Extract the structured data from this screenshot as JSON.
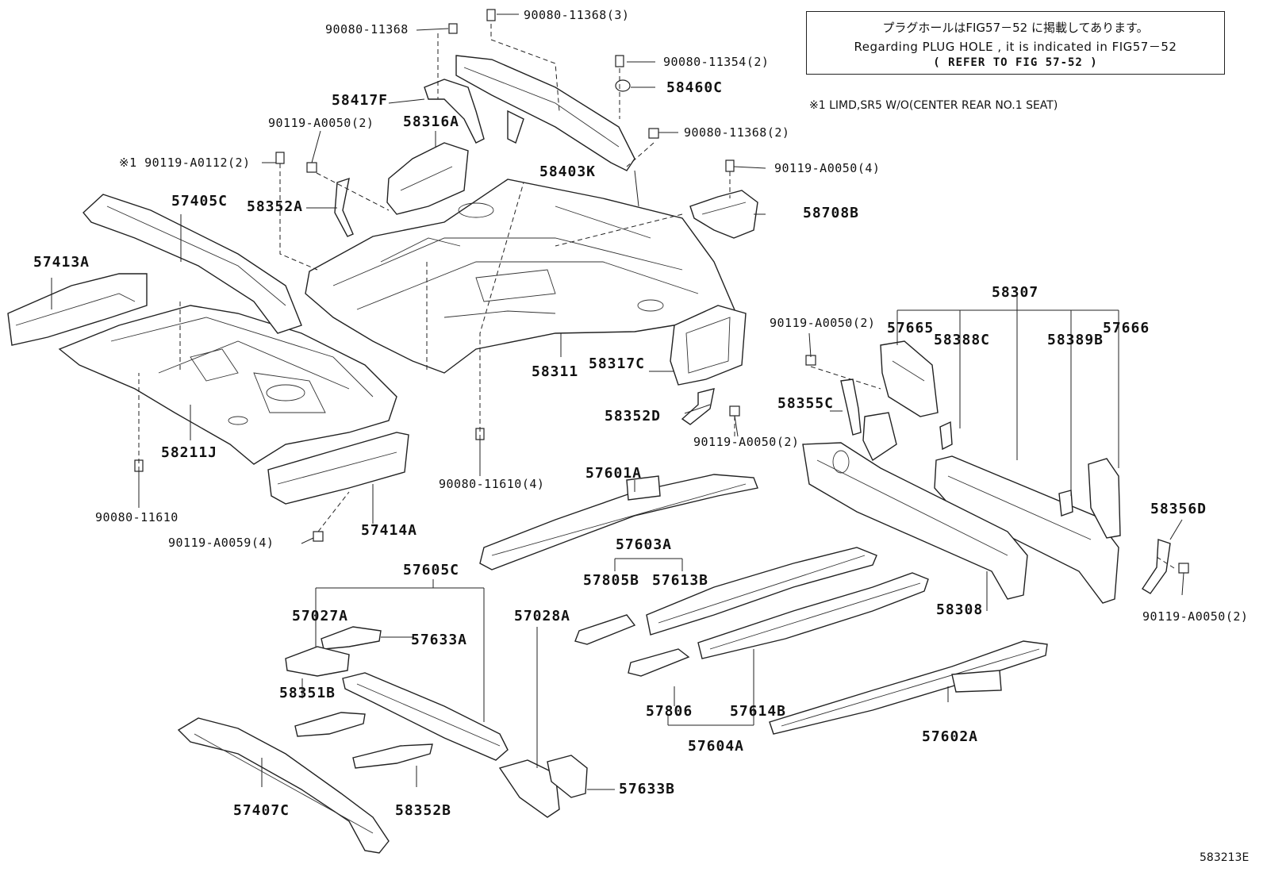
{
  "notice": {
    "line_jp": "プラグホールはFIG57－52 に掲載してあります。",
    "line_en": "Regarding PLUG HOLE , it is indicated in FIG57－52",
    "line_ref": "(  REFER TO FIG 57-52  )"
  },
  "remark": "※1 LIMD,SR5 W/O(CENTER REAR NO.1 SEAT)",
  "figure_id": "583213E",
  "labels": {
    "p_90080_11368": "90080-11368",
    "p_90080_11368_3": "90080-11368(3)",
    "p_90080_11354_2": "90080-11354(2)",
    "p_58460C": "58460C",
    "p_58417F": "58417F",
    "p_90119_A0050_2_top": "90119-A0050(2)",
    "p_58316A": "58316A",
    "p_90080_11368_2": "90080-11368(2)",
    "p_90119_A0112_2": "※1 90119-A0112(2)",
    "p_58403K": "58403K",
    "p_90119_A0050_4": "90119-A0050(4)",
    "p_57405C": "57405C",
    "p_58352A": "58352A",
    "p_58708B": "58708B",
    "p_57413A": "57413A",
    "p_58307": "58307",
    "p_90119_A0050_2_mid": "90119-A0050(2)",
    "p_57665": "57665",
    "p_58388C": "58388C",
    "p_58389B": "58389B",
    "p_57666": "57666",
    "p_58311": "58311",
    "p_58317C": "58317C",
    "p_58355C": "58355C",
    "p_58352D": "58352D",
    "p_90119_A0050_2_low": "90119-A0050(2)",
    "p_58211J": "58211J",
    "p_90080_11610_4": "90080-11610(4)",
    "p_57601A": "57601A",
    "p_90080_11610": "90080-11610",
    "p_57414A": "57414A",
    "p_58356D": "58356D",
    "p_90119_A0059_4": "90119-A0059(4)",
    "p_57603A": "57603A",
    "p_57605C": "57605C",
    "p_57805B": "57805B",
    "p_57613B": "57613B",
    "p_58308": "58308",
    "p_90119_A0050_2_right": "90119-A0050(2)",
    "p_57027A": "57027A",
    "p_57028A": "57028A",
    "p_57633A": "57633A",
    "p_58351B": "58351B",
    "p_57806": "57806",
    "p_57614B": "57614B",
    "p_57602A": "57602A",
    "p_57604A": "57604A",
    "p_57633B": "57633B",
    "p_57407C": "57407C",
    "p_58352B": "58352B"
  }
}
